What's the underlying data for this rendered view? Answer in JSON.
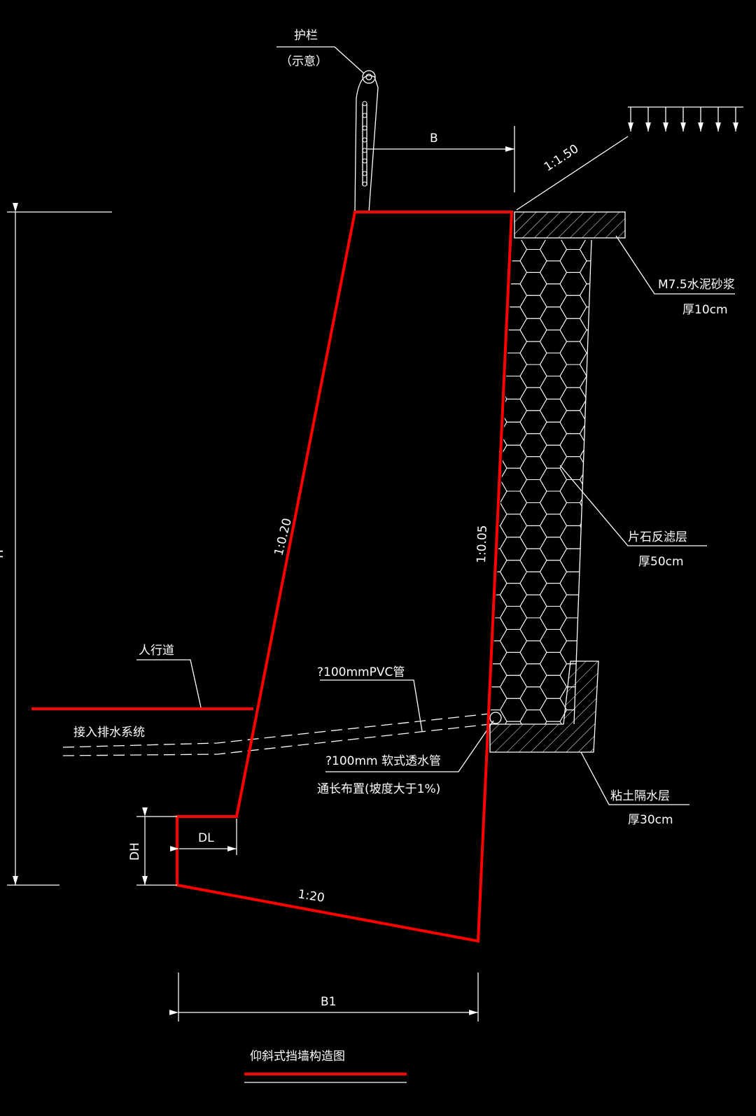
{
  "title": "仰斜式挡墙构造图",
  "colors": {
    "background": "#000000",
    "wall_outline": "#ff0000",
    "linework": "#ffffff"
  },
  "railing": {
    "label": "护栏",
    "note": "（示意）"
  },
  "dimensions": {
    "B": "B",
    "B1": "B1",
    "H": "H",
    "DH": "DH",
    "DL": "DL"
  },
  "slopes": {
    "backfill": "1:1.50",
    "front_face": "1:0.20",
    "back_face": "1:0.05",
    "base": "1:20"
  },
  "layers": {
    "mortar": {
      "label": "M7.5水泥砂浆",
      "thickness": "厚10cm"
    },
    "filter": {
      "label": "片石反滤层",
      "thickness": "厚50cm"
    },
    "clay": {
      "label": "粘土隔水层",
      "thickness": "厚30cm"
    }
  },
  "sidewalk": "人行道",
  "pvc_pipe": "?100mmPVC管",
  "drain_connect": "接入排水系统",
  "soft_pipe": "?100mm 软式透水管",
  "soft_pipe_note": "通长布置(坡度大于1%)"
}
